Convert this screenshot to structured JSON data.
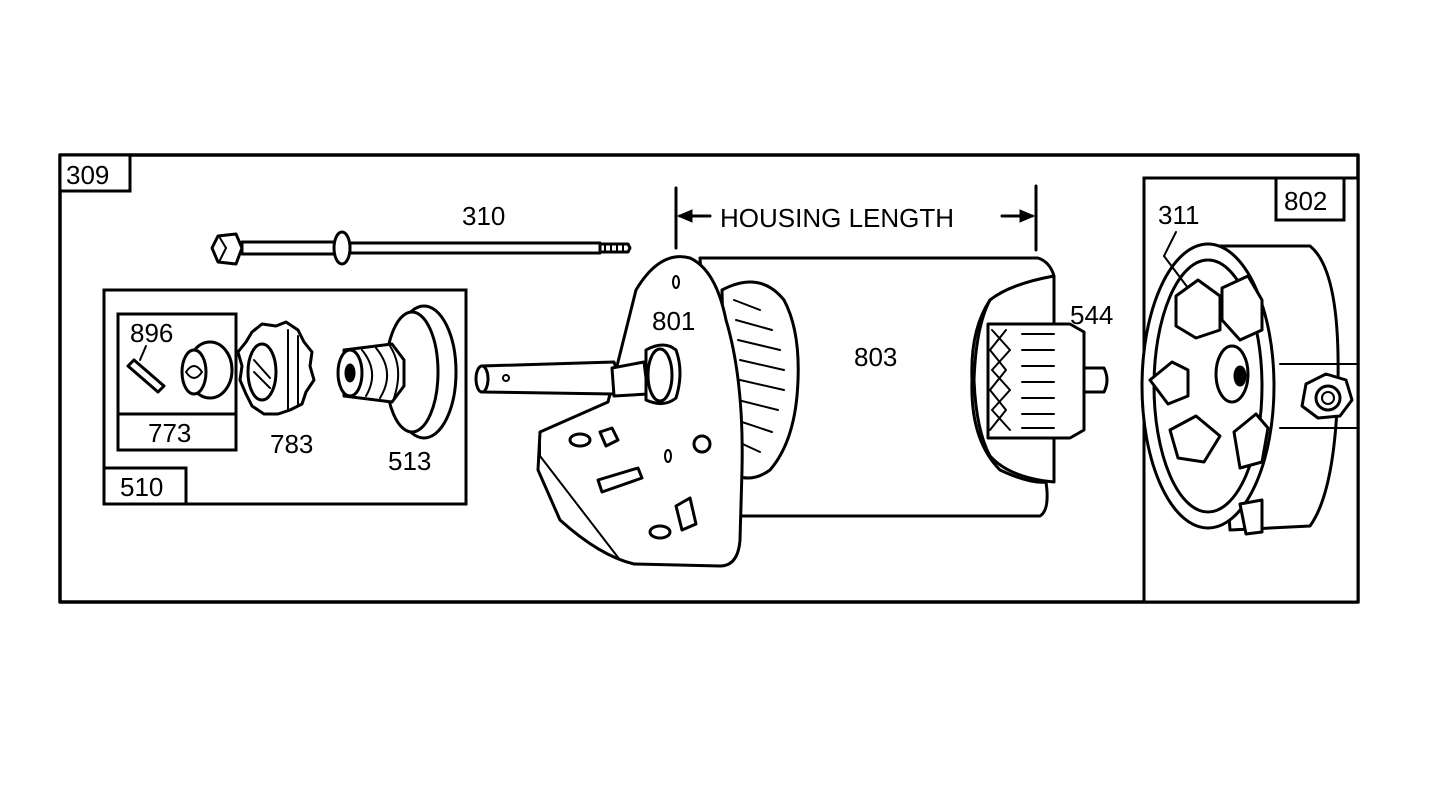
{
  "diagram": {
    "assembly_label": "309",
    "dimension_label": "HOUSING LENGTH",
    "parts": {
      "bolt": "310",
      "drive_kit": "510",
      "pin": "896",
      "retainer": "773",
      "gear": "783",
      "helix": "513",
      "drive_end_cap": "801",
      "housing": "803",
      "armature": "544",
      "end_cap_kit": "802",
      "brush": "311"
    }
  }
}
